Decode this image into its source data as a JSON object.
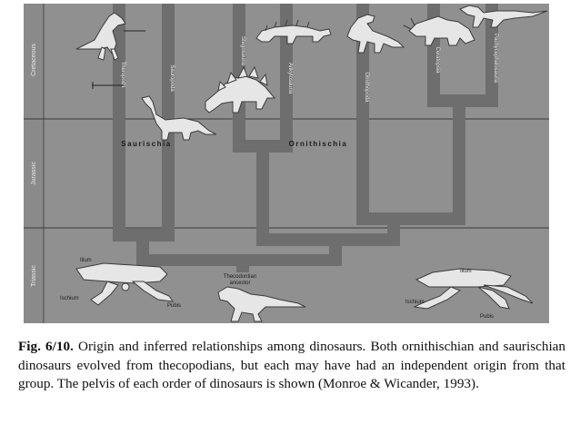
{
  "periods": {
    "cretaceous": "Cretaceous",
    "jurassic": "Jurassic",
    "triassic": "Triassic"
  },
  "orders": {
    "saurischia": "Saurischia",
    "ornithischia": "Ornithischia"
  },
  "lineages": {
    "theropoda": "Theropoda",
    "sauropoda": "Sauropoda",
    "stegosauria": "Stegosauria",
    "ankylosauria": "Ankylosauria",
    "ornithopoda": "Ornithopoda",
    "ceratopsia": "Ceratopsia",
    "pachycephalosauria": "Pachycephalosauria"
  },
  "ancestor": {
    "line1": "Thecodontian",
    "line2": "ancestor"
  },
  "pelvis_saurischian": {
    "ilium": "Ilium",
    "ischium": "Ischium",
    "pubis": "Pubis"
  },
  "pelvis_ornithischian": {
    "ilium": "Ilium",
    "ischium": "Ischium",
    "pubis": "Pubis"
  },
  "caption": {
    "lead": "Fig. 6/10.",
    "text": " Origin and inferred relationships among dinosaurs. Both ornithischian and saurischian dinosaurs evolved from thecopodians, but each may have had an independent origin from that group. The pelvis of each order of dinosaurs is shown (Monroe & Wicander, 1993)."
  },
  "colors": {
    "background": "#ffffff",
    "panel": "#909090",
    "branch": "#6e6e6e",
    "divider": "#3a3a3a",
    "silhouette": "#e6e6e6",
    "text": "#111111"
  }
}
